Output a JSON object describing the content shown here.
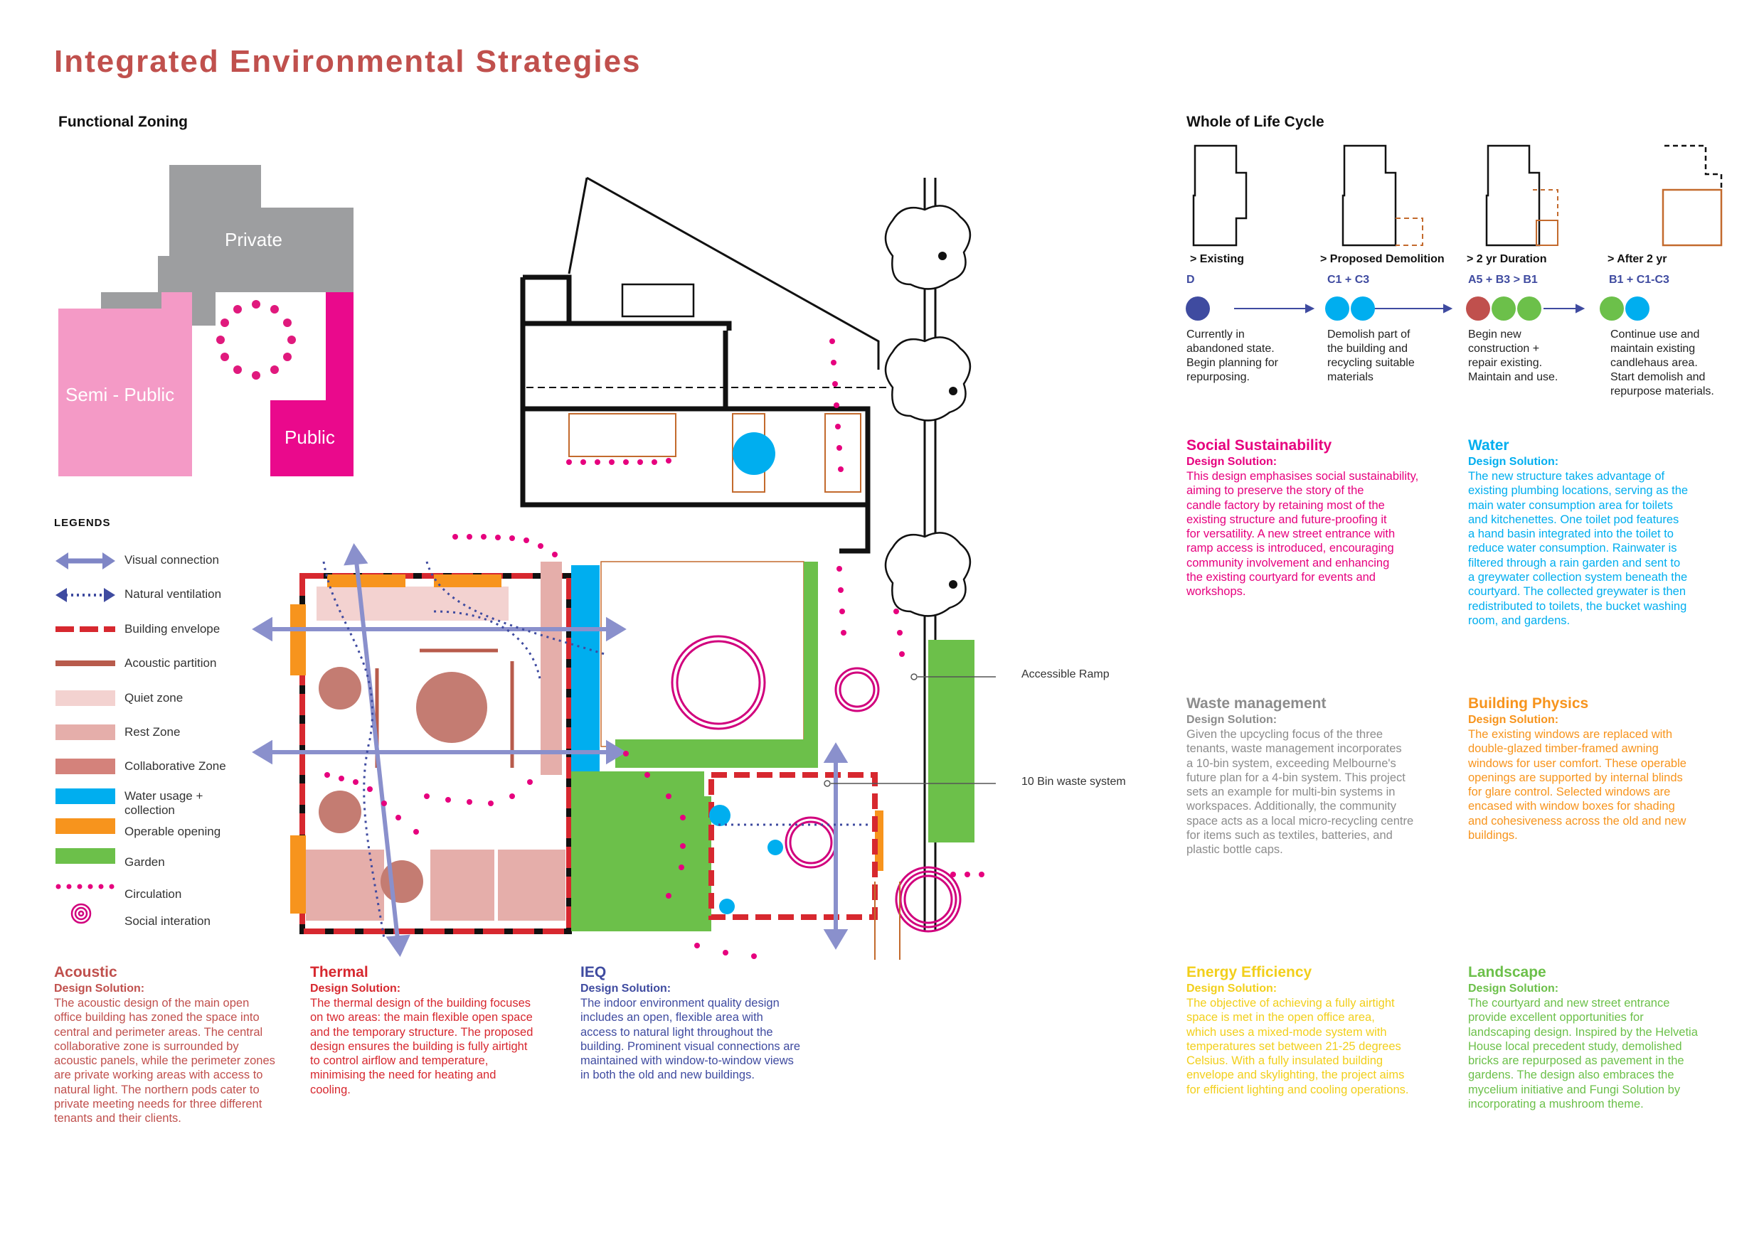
{
  "page": {
    "title": "Integrated Environmental Strategies"
  },
  "zoning": {
    "heading": "Functional Zoning",
    "private": "Private",
    "semi_public": "Semi - Public",
    "public": "Public",
    "colors": {
      "private": "#9d9ea0",
      "semi_public": "#f49ac6",
      "public": "#ea098c",
      "circulation": "#e0197d"
    }
  },
  "legend": {
    "heading": "LEGENDS",
    "items": [
      {
        "label": "Visual connection",
        "icon": "double-arrow-icon"
      },
      {
        "label": "Natural ventilation",
        "icon": "dotted-arrow-icon"
      },
      {
        "label": "Building envelope",
        "icon": "dashed-line-icon"
      },
      {
        "label": "Acoustic partition",
        "icon": "solid-line-icon"
      },
      {
        "label": "Quiet zone",
        "icon": "swatch-icon"
      },
      {
        "label": "Rest Zone",
        "icon": "swatch-icon"
      },
      {
        "label": "Collaborative Zone",
        "icon": "swatch-icon"
      },
      {
        "label": "Water usage +\ncollection",
        "icon": "swatch-icon"
      },
      {
        "label": "Operable opening",
        "icon": "swatch-icon"
      },
      {
        "label": "Garden",
        "icon": "swatch-icon"
      },
      {
        "label": "Circulation",
        "icon": "dots-icon"
      },
      {
        "label": "Social interation",
        "icon": "rings-icon"
      }
    ],
    "colors": {
      "visual": "#7f86c6",
      "ventilation": "#3f4ba0",
      "envelope": "#d7282f",
      "acoustic": "#b85b4c",
      "quiet": "#f3d2d0",
      "rest": "#e5aeaa",
      "collab": "#d4827b",
      "water": "#00aeef",
      "operable": "#f7941d",
      "garden": "#6cc04a",
      "circulation": "#e6007e",
      "social": "#d1007d"
    }
  },
  "plan": {
    "callouts": {
      "ramp": "Accessible Ramp",
      "waste": "10 Bin waste system"
    }
  },
  "lifecycle": {
    "heading": "Whole of Life Cycle",
    "stages": [
      {
        "stage": "> Existing",
        "code": "D",
        "dots": [
          "#3f4ba0"
        ],
        "desc": "Currently in\nabandoned state.\nBegin planning for\nrepurposing."
      },
      {
        "stage": "> Proposed Demolition",
        "code": "C1 + C3",
        "dots": [
          "#00aeef",
          "#00aeef"
        ],
        "desc": "Demolish part of\nthe building and\nrecycling suitable\nmaterials"
      },
      {
        "stage": "> 2 yr Duration",
        "code": "A5 + B3 > B1",
        "dots": [
          "#c0504d",
          "#6cc04a",
          "#6cc04a"
        ],
        "desc": "Begin new\nconstruction +\nrepair existing.\nMaintain and use."
      },
      {
        "stage": "> After 2 yr",
        "code": "B1 + C1-C3",
        "dots": [
          "#6cc04a",
          "#00aeef"
        ],
        "desc": "Continue use and\nmaintain existing\ncandlehaus area.\nStart demolish and\nrepurpose materials."
      }
    ]
  },
  "strategies": {
    "acoustic": {
      "title": "Acoustic",
      "sub": "Design Solution:",
      "color": "#c0504d",
      "body": "The acoustic design of the main open\noffice building has zoned the space into\ncentral and perimeter areas. The central\ncollaborative zone is surrounded by\nacoustic panels, while the perimeter zones\nare private working areas with access to\nnatural light. The northern pods cater to\nprivate meeting needs for three different\ntenants and their clients."
    },
    "thermal": {
      "title": "Thermal",
      "sub": "Design Solution:",
      "color": "#d7282f",
      "body": "The thermal design of the building focuses\non two areas: the main flexible open space\nand the temporary structure. The proposed\ndesign ensures the building is fully airtight\nto control airflow and temperature,\nminimising the need for heating and\ncooling."
    },
    "ieq": {
      "title": "IEQ",
      "sub": "Design Solution:",
      "color": "#3f4ba0",
      "body": "The indoor environment quality design\nincludes an open, flexible area with\naccess to natural light throughout the\nbuilding. Prominent visual connections are\nmaintained with window-to-window views\nin both the old and new buildings."
    },
    "social": {
      "title": "Social Sustainability",
      "sub": "Design Solution:",
      "color": "#e6007e",
      "body": "This design emphasises social sustainability,\naiming to preserve the story of the\ncandle factory by retaining most of the\nexisting structure and future-proofing it\nfor versatility. A new street entrance with\nramp access is introduced, encouraging\ncommunity involvement and enhancing\nthe existing courtyard for events and\nworkshops."
    },
    "water": {
      "title": "Water",
      "sub": "Design Solution:",
      "color": "#00aeef",
      "body": "The new structure takes advantage of\nexisting plumbing locations, serving as the\nmain water consumption area for toilets\nand kitchenettes. One toilet pod features\na hand basin integrated into the toilet to\nreduce water consumption. Rainwater is\nfiltered through a rain garden and sent to\na greywater collection system beneath the\ncourtyard. The collected greywater is then\nredistributed to toilets, the bucket washing\nroom, and gardens."
    },
    "waste": {
      "title": "Waste management",
      "sub": "Design Solution:",
      "color": "#8c8c8c",
      "body": "Given the upcycling focus of the three\ntenants, waste management incorporates\na 10-bin system, exceeding Melbourne's\nfuture plan for a 4-bin system. This project\nsets an example for multi-bin systems in\nworkspaces. Additionally, the community\nspace acts as a local micro-recycling centre\nfor items such as textiles, batteries, and\nplastic bottle caps."
    },
    "physics": {
      "title": "Building Physics",
      "sub": "Design Solution:",
      "color": "#f7941d",
      "body": "The existing windows are replaced with\ndouble-glazed timber-framed awning\nwindows for user comfort. These operable\nopenings are supported by internal blinds\nfor glare control. Selected windows are\nencased with window boxes for shading\nand cohesiveness across the old and new\nbuildings."
    },
    "energy": {
      "title": "Energy Efficiency",
      "sub": "Design Solution:",
      "color": "#f2cf1b",
      "body": "The objective of achieving a fully airtight\nspace is met in the open office area,\nwhich uses a mixed-mode system with\ntemperatures set between 21-25 degrees\nCelsius. With a fully insulated building\nenvelope and skylighting, the project aims\nfor efficient lighting and cooling operations."
    },
    "landscape": {
      "title": "Landscape",
      "sub": "Design Solution:",
      "color": "#6cc04a",
      "body": "The courtyard and new street entrance\nprovide excellent opportunities for\nlandscaping design. Inspired by the Helvetia\nHouse local precedent study, demolished\nbricks are repurposed as pavement in the\ngardens. The design also embraces the\nmycelium initiative and Fungi Solution by\nincorporating a mushroom theme."
    }
  }
}
